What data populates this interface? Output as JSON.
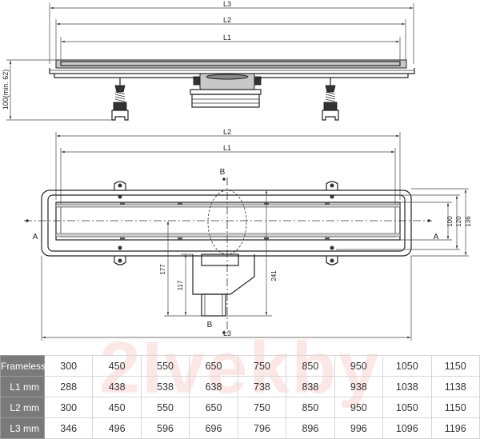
{
  "drawing": {
    "top_view": {
      "dim_l3": "L3",
      "dim_l2": "L2",
      "dim_l1": "L1",
      "dim_height": "100(min. 62)"
    },
    "plan_view": {
      "dim_l2": "L2",
      "dim_l1": "L1",
      "dim_l3": "L3",
      "section_a_left": "A",
      "section_a_right": "A",
      "section_b_top": "B",
      "section_b_bottom": "B",
      "dim_100": "100",
      "dim_120": "120",
      "dim_136": "136",
      "dim_177": "177",
      "dim_117": "117",
      "dim_241": "241"
    }
  },
  "watermark": "2Ivekby",
  "table": {
    "rows": [
      {
        "label": "Frameless",
        "values": [
          "300",
          "450",
          "550",
          "650",
          "750",
          "850",
          "950",
          "1050",
          "1150"
        ]
      },
      {
        "label": "L1 mm",
        "values": [
          "288",
          "438",
          "538",
          "638",
          "738",
          "838",
          "938",
          "1038",
          "1138"
        ]
      },
      {
        "label": "L2 mm",
        "values": [
          "300",
          "450",
          "550",
          "650",
          "750",
          "850",
          "950",
          "1050",
          "1150"
        ]
      },
      {
        "label": "L3 mm",
        "values": [
          "346",
          "496",
          "596",
          "696",
          "796",
          "896",
          "996",
          "1096",
          "1196"
        ]
      }
    ]
  }
}
